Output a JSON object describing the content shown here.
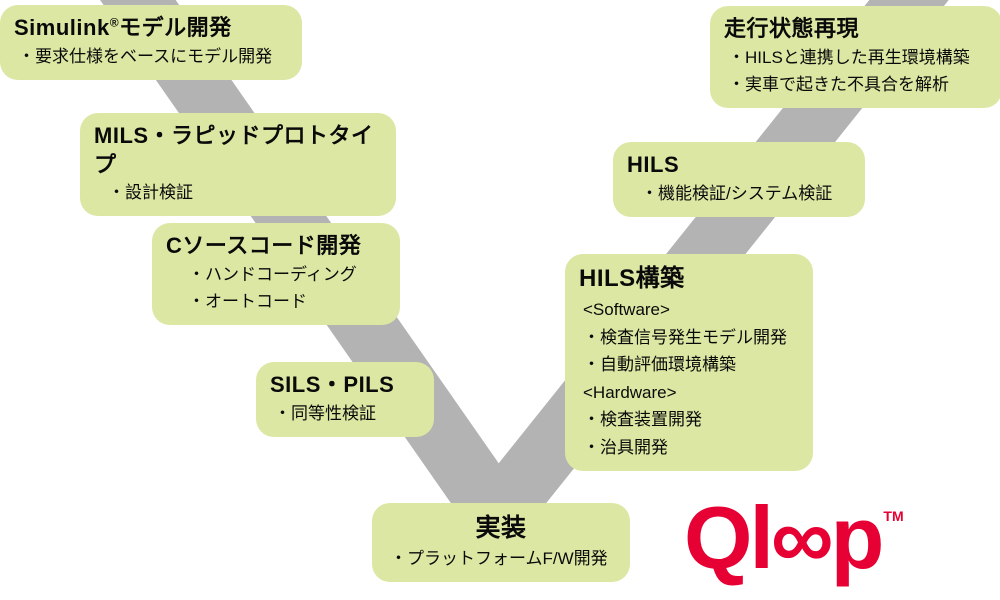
{
  "colors": {
    "box_background": "#dce7a3",
    "v_band": "#b3b3b3",
    "logo_red": "#e60033",
    "text": "#0a0a0a"
  },
  "boxes": {
    "simulink": {
      "title_pre": "Simulink",
      "title_sup": "®",
      "title_post": "モデル開発",
      "items": [
        "・要求仕様をベースにモデル開発"
      ]
    },
    "mils": {
      "title": "MILS・ラピッドプロトタイプ",
      "items": [
        "・設計検証"
      ]
    },
    "csource": {
      "title": "Cソースコード開発",
      "items": [
        "・ハンドコーディング",
        "・オートコード"
      ]
    },
    "sils": {
      "title": "SILS・PILS",
      "items": [
        "・同等性検証"
      ]
    },
    "jisso": {
      "title": "実装",
      "items": [
        "・プラットフォームF/W開発"
      ]
    },
    "hils_build": {
      "title": "HILS構築",
      "items": [
        "<Software>",
        "・検査信号発生モデル開発",
        "・自動評価環境構築",
        "<Hardware>",
        "・検査装置開発",
        "・治具開発"
      ]
    },
    "hils": {
      "title": "HILS",
      "items": [
        "・機能検証/システム検証"
      ]
    },
    "driving": {
      "title": "走行状態再現",
      "items": [
        "・HILSと連携した再生環境構築",
        "・実車で起きた不具合を解析"
      ]
    }
  },
  "logo": {
    "text": "Ql∞p",
    "tm": "TM"
  }
}
